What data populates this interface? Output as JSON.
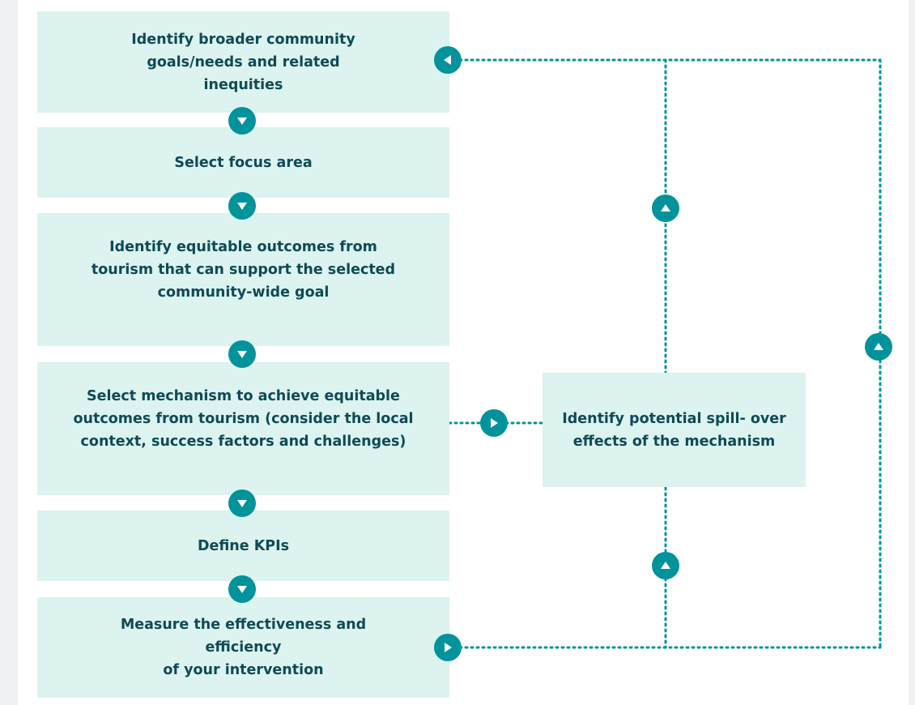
{
  "steps": [
    {
      "id": "broader-goals",
      "lines": [
        "Identify broader community",
        "goals/needs and related",
        "inequities"
      ]
    },
    {
      "id": "focus-area",
      "lines": [
        "Select focus area"
      ]
    },
    {
      "id": "equitable-outcomes",
      "lines": [
        "Identify equitable outcomes from",
        "tourism that can support the selected",
        "community-wide goal"
      ]
    },
    {
      "id": "select-mechanism",
      "lines": [
        "Select mechanism to achieve equitable",
        "outcomes from tourism (consider the local",
        "context, success factors and challenges)"
      ]
    },
    {
      "id": "define-kpis",
      "lines": [
        "Define KPIs"
      ]
    },
    {
      "id": "measure-effectiveness",
      "lines": [
        "Measure the effectiveness and",
        "efficiency",
        "of your intervention"
      ]
    }
  ],
  "side_step": {
    "id": "spillover",
    "lines": [
      "Identify potential spill- over",
      "effects of the mechanism"
    ]
  },
  "colors": {
    "box_fill": "#dcf3ef",
    "text": "#0f4a55",
    "accent": "#00939c",
    "background": "#ffffff"
  },
  "icons": {
    "flow_arrow": "triangle-arrow-icon",
    "dotted_connector": "dotted-line"
  }
}
